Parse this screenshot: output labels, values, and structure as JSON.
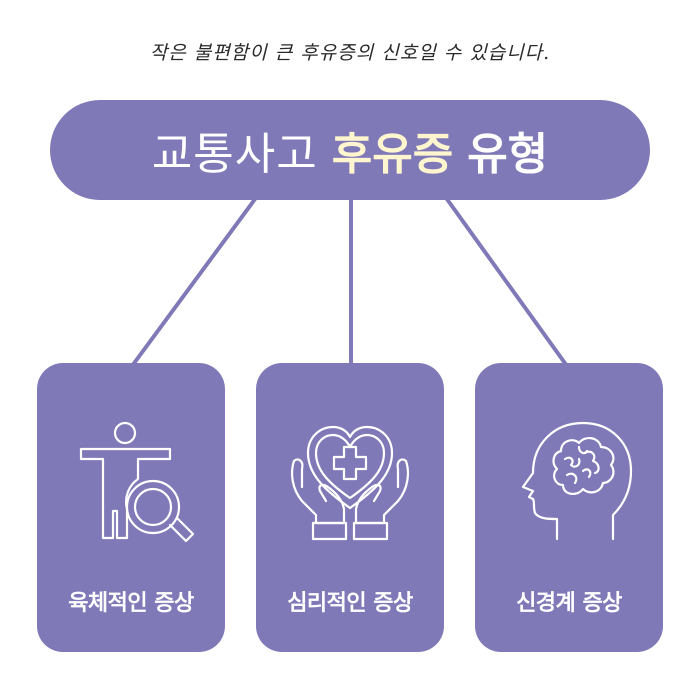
{
  "header": {
    "subtitle": "작은 불편함이 큰 후유증의 신호일 수 있습니다.",
    "title_part1": "교통사고",
    "title_part2": "후유증",
    "title_part3": "유형"
  },
  "cards": [
    {
      "label": "육체적인 증상",
      "icon": "body-magnifier-icon"
    },
    {
      "label": "심리적인 증상",
      "icon": "heart-hands-icon"
    },
    {
      "label": "신경계 증상",
      "icon": "head-brain-icon"
    }
  ],
  "colors": {
    "accent": "#8079b8",
    "highlight": "#fff6cf",
    "text_dark": "#2a2a2a"
  }
}
